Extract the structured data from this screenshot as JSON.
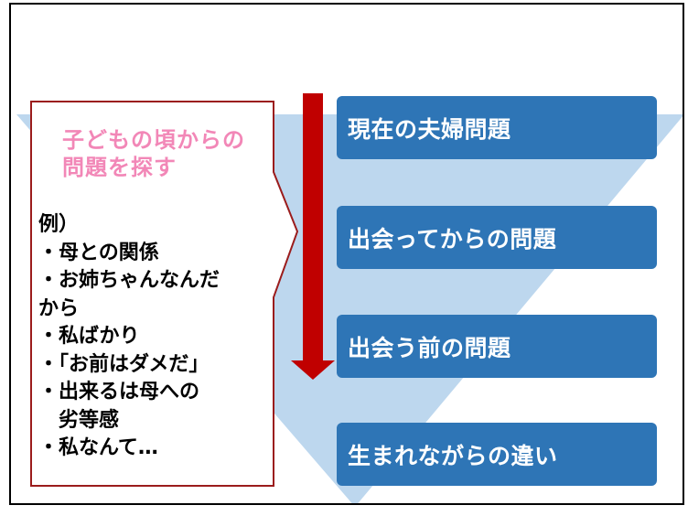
{
  "colors": {
    "funnel": "#bdd7ee",
    "stage_box": "#2e75b6",
    "arrow": "#c00000",
    "callout_border": "#9b1c1c",
    "callout_title": "#f287b7"
  },
  "callout": {
    "title_lines": [
      "子どもの頃からの",
      "問題を探す"
    ],
    "example_lines": [
      "例）",
      "・母との関係",
      "・お姉ちゃんなんだ",
      "から",
      "・私ばかり",
      "・「お前はダメだ」",
      "・出来るは母への",
      "　劣等感",
      "・私なんて…"
    ]
  },
  "stages": [
    {
      "label": "現在の夫婦問題"
    },
    {
      "label": "出会ってからの問題"
    },
    {
      "label": "出会う前の問題"
    },
    {
      "label": "生まれながらの違い"
    }
  ]
}
